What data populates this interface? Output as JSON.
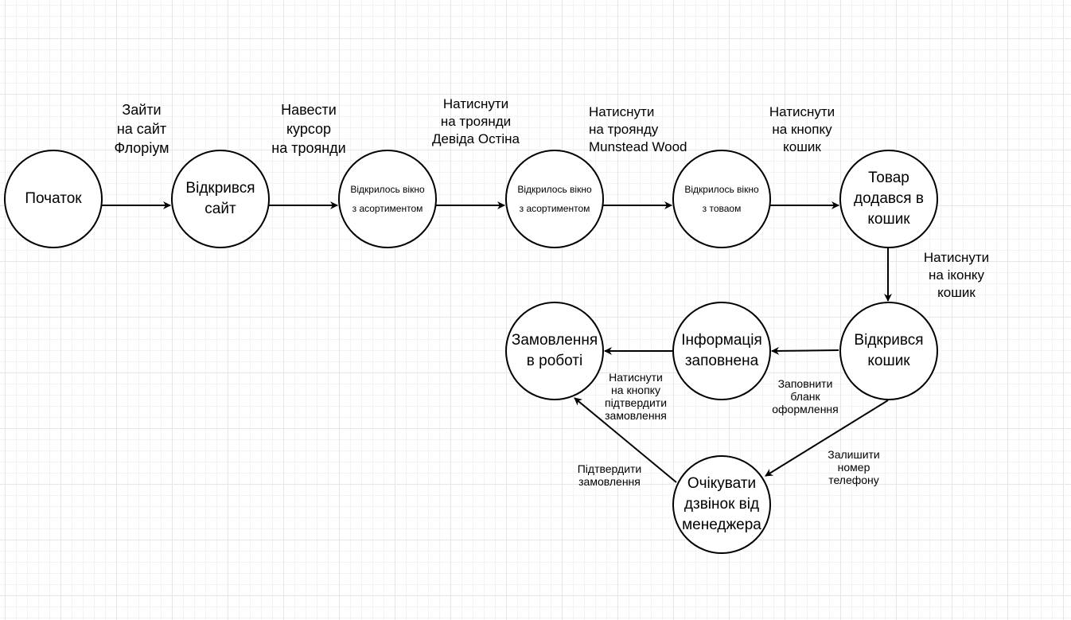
{
  "nodes": {
    "start": "Початок",
    "site_opened": "Відкрився\nсайт",
    "assortment_1": "Відкрилось вікно\nз асортиментом",
    "assortment_2": "Відкрилось вікно\nз асортиментом",
    "product_window": "Відкрилось вікно\nз товаом",
    "added_to_cart": "Товар\nдодався в\nкошик",
    "cart_opened": "Відкрився\nкошик",
    "info_filled": "Інформація\nзаповнена",
    "order_in_progress": "Замовлення\nв роботі",
    "await_call": "Очікувати\nдзвінок від\nменеджера"
  },
  "edges": {
    "go_to_site": "Зайти\nна сайт\nФлоріум",
    "hover_roses": "Навести\nкурсор\nна троянди",
    "click_david_austin": "Натиснути\nна троянди\nДевіда Остіна",
    "click_munstead_wood": "Натиснути\nна троянду\nMunstead Wood",
    "click_cart_button": "Натиснути\nна кнопку\nкошик",
    "click_cart_icon": "Натиснути\nна іконку\nкошик",
    "fill_form": "Заповнити\nбланк\nоформлення",
    "click_confirm_order": "Натиснути\nна кнопку\nпідтвердити\nзамовлення",
    "leave_phone": "Залишити\nномер\nтелефону",
    "confirm_order": "Підтвердити\nзамовлення"
  }
}
